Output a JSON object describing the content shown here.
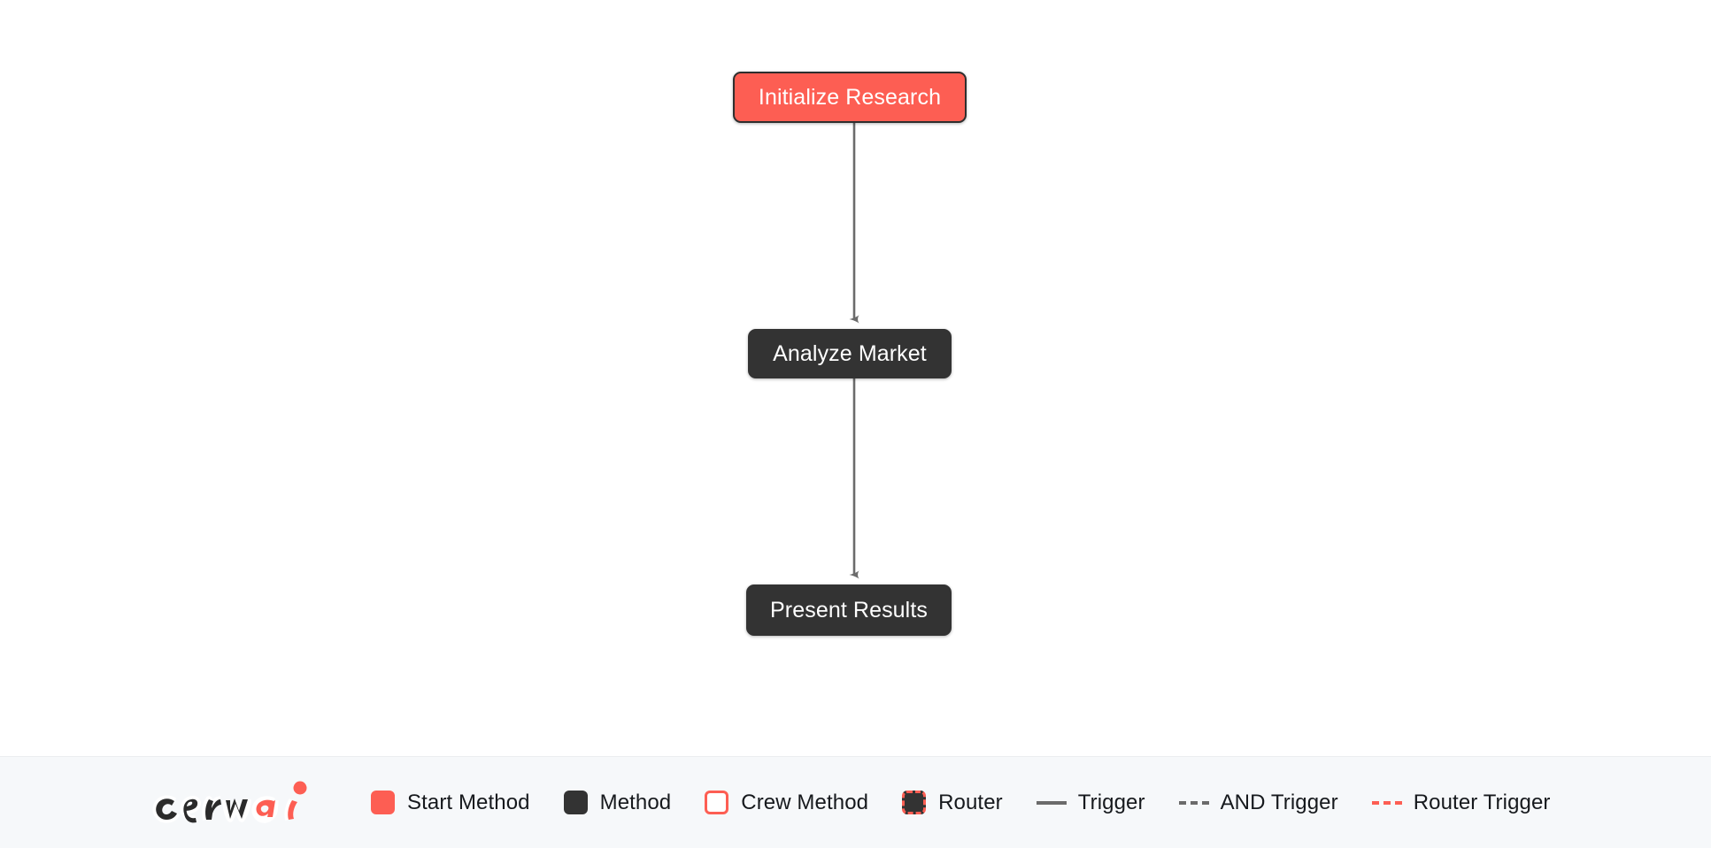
{
  "canvas": {
    "background": "#ffffff",
    "nodes": [
      {
        "id": "initialize-research",
        "label": "Initialize Research",
        "type": "start-method",
        "fill": "#fd5e53",
        "text_color": "#ffffff"
      },
      {
        "id": "analyze-market",
        "label": "Analyze Market",
        "type": "method",
        "fill": "#333333",
        "text_color": "#ffffff"
      },
      {
        "id": "present-results",
        "label": "Present Results",
        "type": "method",
        "fill": "#333333",
        "text_color": "#ffffff"
      }
    ],
    "edges": [
      {
        "from": "initialize-research",
        "to": "analyze-market",
        "style": "solid",
        "color": "#6b6b6b",
        "arrow": true
      },
      {
        "from": "analyze-market",
        "to": "present-results",
        "style": "solid",
        "color": "#6b6b6b",
        "arrow": true
      }
    ]
  },
  "legend": {
    "background": "#f6f8fa",
    "logo": {
      "name": "crewai-logo",
      "text_primary": "crew",
      "text_accent": "ai",
      "accent_color": "#fd5e53"
    },
    "items": [
      {
        "label": "Start Method",
        "marker": "swatch",
        "color": "#fd5e53",
        "variant": "solid-fill"
      },
      {
        "label": "Method",
        "marker": "swatch",
        "color": "#333333",
        "variant": "solid-fill"
      },
      {
        "label": "Crew Method",
        "marker": "swatch",
        "color": "#ffffff",
        "border_color": "#fd5e53",
        "variant": "outlined"
      },
      {
        "label": "Router",
        "marker": "swatch",
        "color": "#333333",
        "border_color": "#fd5e53",
        "variant": "dashed-border"
      },
      {
        "label": "Trigger",
        "marker": "line",
        "color": "#6b6b6b",
        "variant": "solid"
      },
      {
        "label": "AND Trigger",
        "marker": "line",
        "color": "#6b6b6b",
        "variant": "dashed"
      },
      {
        "label": "Router Trigger",
        "marker": "line",
        "color": "#fd5e53",
        "variant": "dashed"
      }
    ]
  }
}
